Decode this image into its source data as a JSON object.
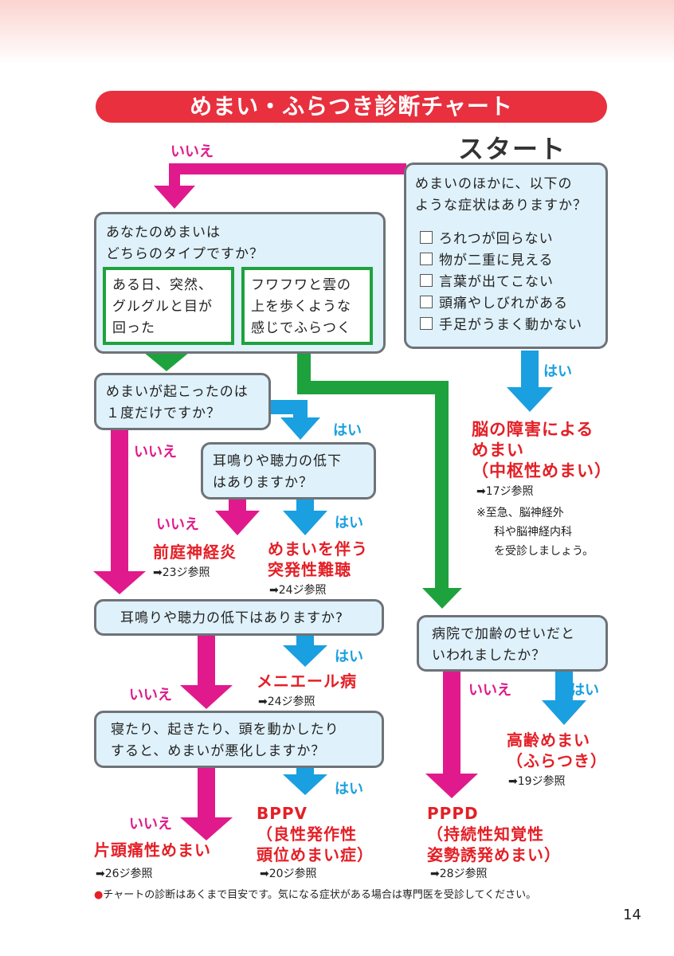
{
  "title": "めまい・ふらつき診断チャート",
  "start_label": "スタート",
  "start_question": [
    "めまいのほかに、以下の",
    "ような症状はありますか？"
  ],
  "checklist": [
    "ろれつが回らない",
    "物が二重に見える",
    "言葉が出てこない",
    "頭痛やしびれがある",
    "手足がうまく動かない"
  ],
  "type_question": [
    "あなたのめまいは",
    "どちらのタイプですか？"
  ],
  "type_a": [
    "ある日、突然、",
    "グルグルと目が",
    "回った"
  ],
  "type_b": [
    "フワフワと雲の",
    "上を歩くような",
    "感じでふらつく"
  ],
  "once_question": [
    "めまいが起こったのは",
    "１度だけですか？"
  ],
  "tinnitus_question_1": [
    "耳鳴りや聴力の低下",
    "はありますか？"
  ],
  "tinnitus_question_2": "耳鳴りや聴力の低下はありますか?",
  "move_question": [
    "寝たり、起きたり、頭を動かしたり",
    "すると、めまいが悪化しますか？"
  ],
  "age_question": [
    "病院で加齢のせいだと",
    "いわれましたか？"
  ],
  "labels": {
    "yes": "はい",
    "no": "いいえ"
  },
  "results": {
    "central": {
      "name": [
        "脳の障害による",
        "めまい",
        "（中枢性めまい）"
      ],
      "ref": "➡17ジ参照",
      "note": [
        "※至急、脳神経外",
        "科や脳神経内科",
        "を受診しましょう。"
      ]
    },
    "vestibular": {
      "name": [
        "前庭神経炎"
      ],
      "ref": "➡23ジ参照"
    },
    "sudden_deafness": {
      "name": [
        "めまいを伴う",
        "突発性難聴"
      ],
      "ref": "➡24ジ参照"
    },
    "meniere": {
      "name": [
        "メニエール病"
      ],
      "ref": "➡24ジ参照"
    },
    "migraine": {
      "name": [
        "片頭痛性めまい"
      ],
      "ref": "➡26ジ参照"
    },
    "bppv": {
      "name": [
        "BPPV",
        "（良性発作性",
        "頭位めまい症）"
      ],
      "ref": "➡20ジ参照"
    },
    "pppd": {
      "name": [
        "PPPD",
        "（持続性知覚性",
        "姿勢誘発めまい）"
      ],
      "ref": "➡28ジ参照"
    },
    "aging": {
      "name": [
        "高齢めまい",
        "（ふらつき）"
      ],
      "ref": "➡19ジ参照"
    }
  },
  "footnote": "チャートの診断はあくまで目安です。気になる症状がある場合は専門医を受診してください。",
  "page_number": "14",
  "colors": {
    "red": "#e41f26",
    "pink": "#e01a8c",
    "blue": "#1a9fe0",
    "green": "#1ea23e",
    "box_fill": "#dff1fa"
  }
}
